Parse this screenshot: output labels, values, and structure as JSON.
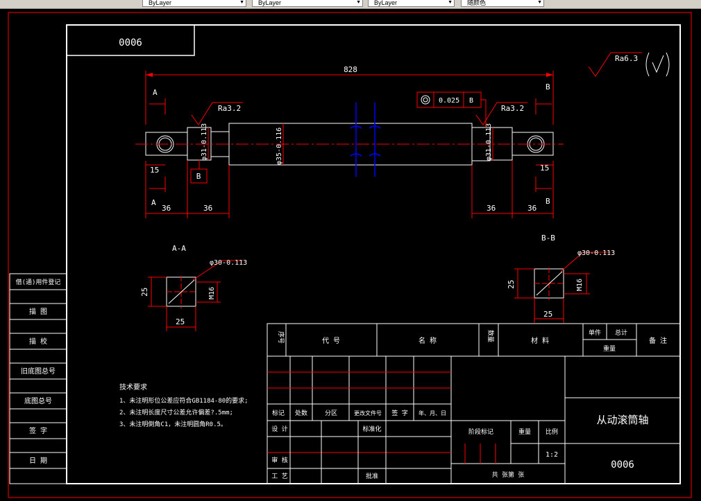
{
  "toolbar": {
    "layer_select": "ByLayer",
    "linetype_select": "ByLayer",
    "lineweight_select": "ByLayer",
    "color_select": "随颜色"
  },
  "drawing": {
    "drawing_no_top": "0006",
    "overall_length": "828",
    "surface_roughness_general": "Ra6.3",
    "roughness_left": "Ra3.2",
    "roughness_right": "Ra3.2",
    "section_a": "A",
    "section_b": "B",
    "dim_left_15": "15",
    "dim_right_15": "15",
    "dim_36_a": "36",
    "dim_36_b": "36",
    "dim_36_c": "36",
    "dim_36_d": "36",
    "diam_left": "φ31-0.113",
    "diam_center": "φ35-0.116",
    "diam_right": "φ31-0.113",
    "datum_b": "B",
    "tolerance_value": "0.025",
    "tolerance_datum": "B",
    "view_aa_title": "A-A",
    "view_bb_title": "B-B",
    "diam_aa": "φ30-0.113",
    "diam_bb": "φ30-0.113",
    "aa_dim_25_v": "25",
    "aa_dim_25_h": "25",
    "aa_m16": "M16",
    "bb_dim_25_v": "25",
    "bb_dim_25_h": "25",
    "bb_m16": "M16",
    "tech_req_title": "技术要求",
    "tech_req_1": "1、未注明形位公差应符合GB1184-80的要求;",
    "tech_req_2": "2、未注明长度尺寸公差允许偏差?.5mm;",
    "tech_req_3": "3、未注明倒角C1，未注明圆角R0.5。"
  },
  "side_panel": [
    "借(通)用件登记",
    "描 图",
    "描 校",
    "旧底图总号",
    "底图总号",
    "签 字",
    "日 期"
  ],
  "title_block": {
    "h_seq": "序号",
    "h_code": "代 号",
    "h_name": "名 称",
    "h_qty": "数量",
    "h_material": "材 料",
    "h_unit": "单件",
    "h_total": "总计",
    "h_weight": "重量",
    "h_remark": "备 注",
    "r_mark": "标记",
    "r_count": "处数",
    "r_zone": "分区",
    "r_doc": "更改文件号",
    "r_sign": "签 字",
    "r_date": "年、月、日",
    "r_design": "设 计",
    "r_std": "标准化",
    "r_stage": "阶段标记",
    "r_weight": "重量",
    "r_scale": "比例",
    "scale_value": "1:2",
    "r_review": "审 核",
    "r_process": "工 艺",
    "r_approve": "批准",
    "r_sheets": "共 张第 张",
    "part_name": "从动滚筒轴",
    "drawing_no": "0006"
  }
}
